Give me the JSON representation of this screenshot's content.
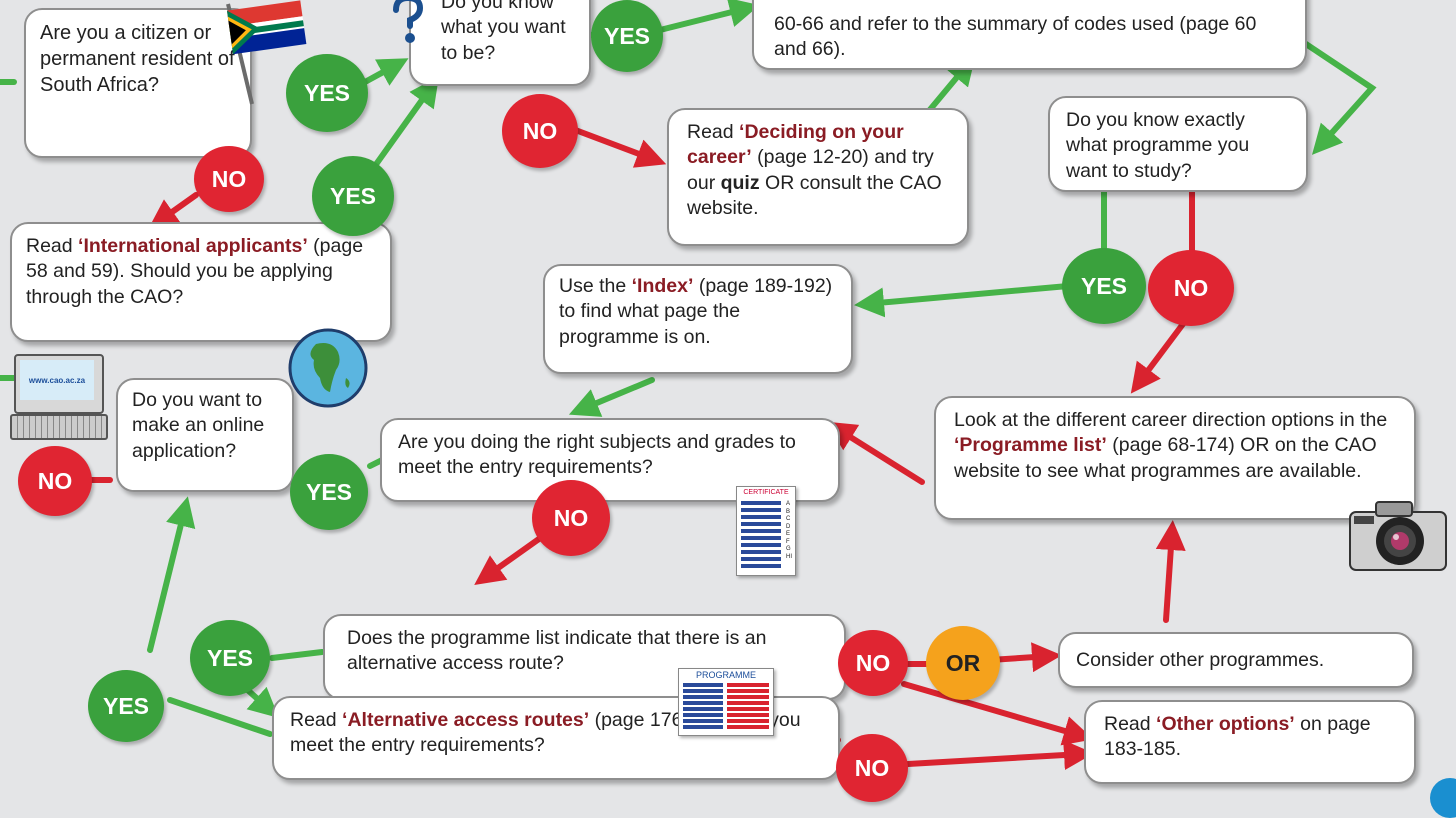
{
  "boxes": {
    "citizen": "Are you a citizen or permanent resident of South Africa?",
    "know_career": "Do you know what you want to be?",
    "look_tables": "60-66 and refer to the summary of codes used (page 60 and 66).",
    "deciding": {
      "pre": "Read ",
      "bold1": "‘Deciding on your career’",
      "mid": " (page 12-20) and try our ",
      "bold2": "quiz",
      "post": " OR consult the CAO website."
    },
    "know_programme": "Do you know exactly what programme you want to study?",
    "international": {
      "pre": "Read ",
      "bold": "‘International applicants’",
      "post": " (page 58 and 59). Should you be applying through the CAO?"
    },
    "index": {
      "pre": "Use the ",
      "bold": "‘Index’",
      "post": " (page 189-192) to find what page the programme is on."
    },
    "online": "Do you want to make an online application?",
    "right_subjects": "Are you doing the right subjects and grades to meet the entry requirements?",
    "career_direction": {
      "pre": "Look at the different career direction options in the ",
      "bold": "‘Programme list’",
      "post": " (page 68-174) OR on the CAO website to see what programmes are available."
    },
    "alt_route": "Does the programme list indicate that there is an alternative access route?",
    "consider": "Consider other programmes.",
    "alt_read": {
      "pre": "Read ",
      "bold": "‘Alternative access routes’",
      "post": " (page 176-180). Do you meet the entry requirements?"
    },
    "other_options": {
      "pre": "Read ",
      "bold": "‘Other options’",
      "post": " on page 183-185."
    }
  },
  "labels": {
    "yes": "YES",
    "no": "NO",
    "or": "OR"
  },
  "decorations": {
    "website_url": "www.cao.ac.za",
    "certificate_label": "CERTIFICATE",
    "certificate_letters": "ABCDEFGHI",
    "programme_label": "PROGRAMME"
  },
  "colors": {
    "yes": "#3aa13d",
    "no": "#e02532",
    "or": "#f5a21c",
    "green_arrow": "#46b348",
    "red_arrow": "#d9232f"
  }
}
